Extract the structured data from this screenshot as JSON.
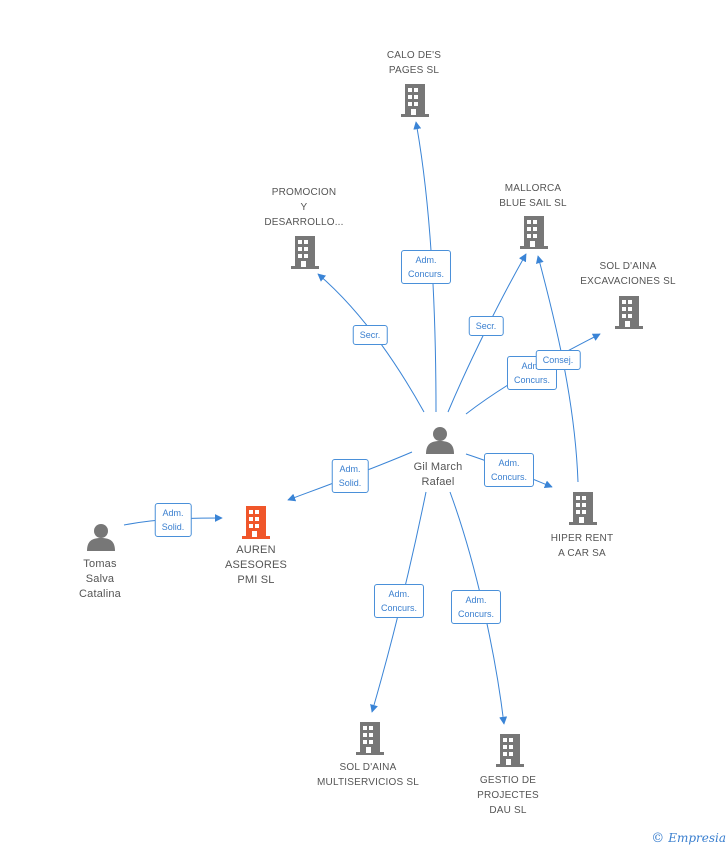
{
  "colors": {
    "edge": "#3a84d6",
    "company": "#777777",
    "focus_company": "#f0562a",
    "person": "#777777"
  },
  "nodes": {
    "calo": {
      "lines": [
        "CALO DE'S",
        "PAGES SL"
      ],
      "kind": "company"
    },
    "promocion": {
      "lines": [
        "PROMOCION",
        "Y",
        "DESARROLLO..."
      ],
      "kind": "company"
    },
    "mallorca": {
      "lines": [
        "MALLORCA",
        "BLUE SAIL SL"
      ],
      "kind": "company"
    },
    "sol_exc": {
      "lines": [
        "SOL D'AINA",
        "EXCAVACIONES SL"
      ],
      "kind": "company"
    },
    "gil": {
      "lines": [
        "Gil March",
        "Rafael"
      ],
      "kind": "person"
    },
    "hiper": {
      "lines": [
        "HIPER RENT",
        "A CAR SA"
      ],
      "kind": "company"
    },
    "auren": {
      "lines": [
        "AUREN",
        "ASESORES",
        "PMI SL"
      ],
      "kind": "focus"
    },
    "tomas": {
      "lines": [
        "Tomas",
        "Salva",
        "Catalina"
      ],
      "kind": "person"
    },
    "sol_mult": {
      "lines": [
        "SOL D'AINA",
        "MULTISERVICIOS SL"
      ],
      "kind": "company"
    },
    "gestio": {
      "lines": [
        "GESTIO DE",
        "PROJECTES",
        "DAU SL"
      ],
      "kind": "company"
    }
  },
  "edge_labels": {
    "calo": [
      "Adm.",
      "Concurs."
    ],
    "promocion": [
      "Secr."
    ],
    "mallorca_secr": [
      "Secr."
    ],
    "sol_exc": [
      "Adm.",
      "Concurs."
    ],
    "hiper_consej": [
      "Consej."
    ],
    "hiper_adm": [
      "Adm.",
      "Concurs."
    ],
    "auren": [
      "Adm.",
      "Solid."
    ],
    "tomas": [
      "Adm.",
      "Solid."
    ],
    "sol_mult": [
      "Adm.",
      "Concurs."
    ],
    "gestio": [
      "Adm.",
      "Concurs."
    ]
  },
  "brand": {
    "symbol": "©",
    "name": "Empresia"
  }
}
